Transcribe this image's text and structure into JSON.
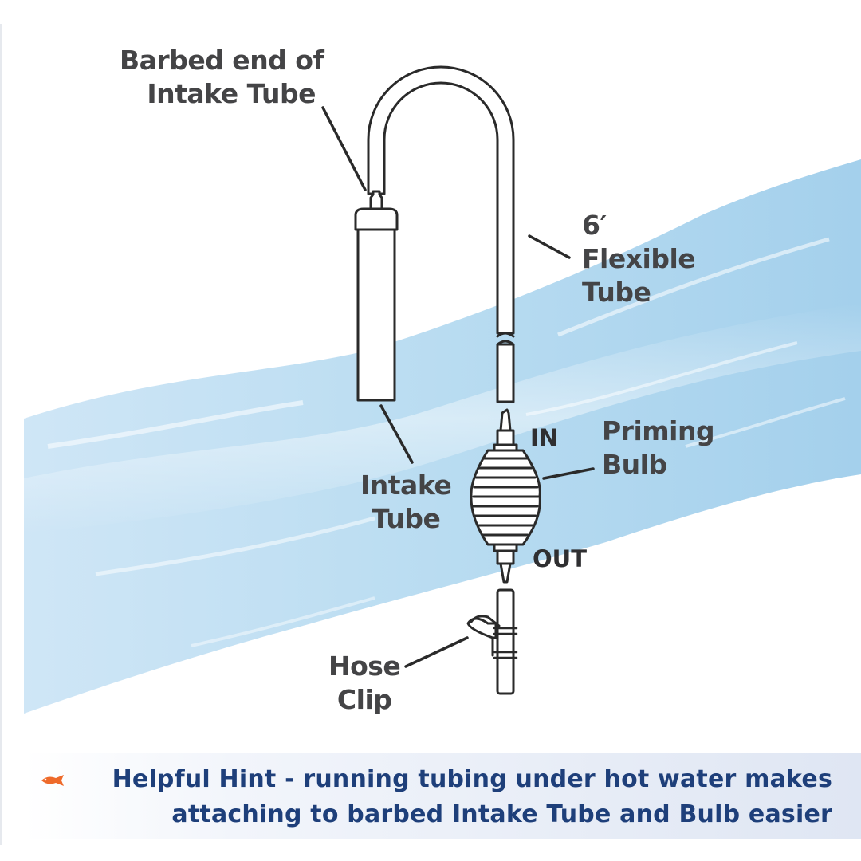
{
  "labels": {
    "barbed_end": [
      "Barbed end of",
      "Intake Tube"
    ],
    "flexible_tube": [
      "6′",
      "Flexible",
      "Tube"
    ],
    "intake_tube": [
      "Intake",
      "Tube"
    ],
    "priming_bulb": [
      "Priming",
      "Bulb"
    ],
    "in_port": "IN",
    "out_port": "OUT",
    "hose_clip": [
      "Hose",
      "Clip"
    ]
  },
  "hint": {
    "line1": "Helpful Hint - running tubing under hot water makes",
    "line2": "attaching to barbed Intake Tube and Bulb easier",
    "icon": "fish-icon"
  },
  "colors": {
    "label_text": "#444446",
    "hint_text": "#1e3f7a",
    "fish": "#ee6a2a",
    "water": "#a9d1ec",
    "line_art": "#2a2a2a"
  }
}
